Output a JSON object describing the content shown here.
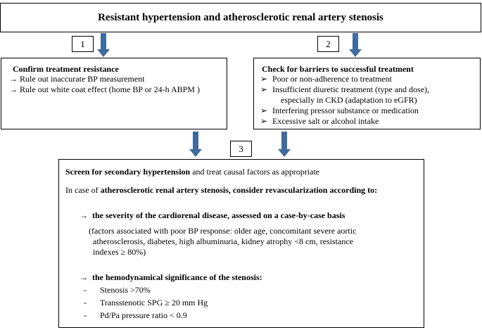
{
  "title": "Resistant hypertension and atherosclerotic renal artery stenosis",
  "steps": {
    "n1": "1",
    "n2": "2",
    "n3": "3"
  },
  "box1": {
    "heading": "Confirm treatment resistance",
    "items": [
      "Rule out inaccurate BP measurement",
      "Rule out white coat effect (home BP or 24-h ABPM )"
    ],
    "marker": "→"
  },
  "box2": {
    "heading": "Check for barriers to successful treatment",
    "marker": "➢",
    "items": [
      "Poor or non-adherence to treatment",
      "Insufficient diuretic treatment (type and dose),",
      "especially in CKD (adaptation to eGFR)",
      "Interfering pressor substance or medication",
      "Excessive salt or alcohol intake"
    ]
  },
  "box3": {
    "screen_bold": "Screen for secondary hypertension",
    "screen_rest": " and treat causal factors as appropriate",
    "case_prefix": "In case of ",
    "case_bold": "atherosclerotic renal artery stenosis, consider revascularization according to:",
    "arrow": "→",
    "severity_heading": "the severity of the cardiorenal disease, assessed  on a case-by-case basis",
    "severity_lines": [
      "(factors associated with poor BP response: older age, concomitant severe aortic",
      "atherosclerosis,  diabetes,  high albuminuria, kidney atrophy <8 cm, resistance",
      "indexes ≥ 80%)"
    ],
    "hemo_heading": "the hemodynamical  significance of the stenosis:",
    "dash": "-",
    "hemo_items": [
      "Stenosis >70%",
      "Transstenotic SPG ≥ 20 mm Hg",
      "Pd/Pa pressure ratio < 0.9"
    ]
  },
  "colors": {
    "arrow": "#3f6b9e"
  },
  "icons": {
    "down_arrow": "down-arrow-icon"
  }
}
